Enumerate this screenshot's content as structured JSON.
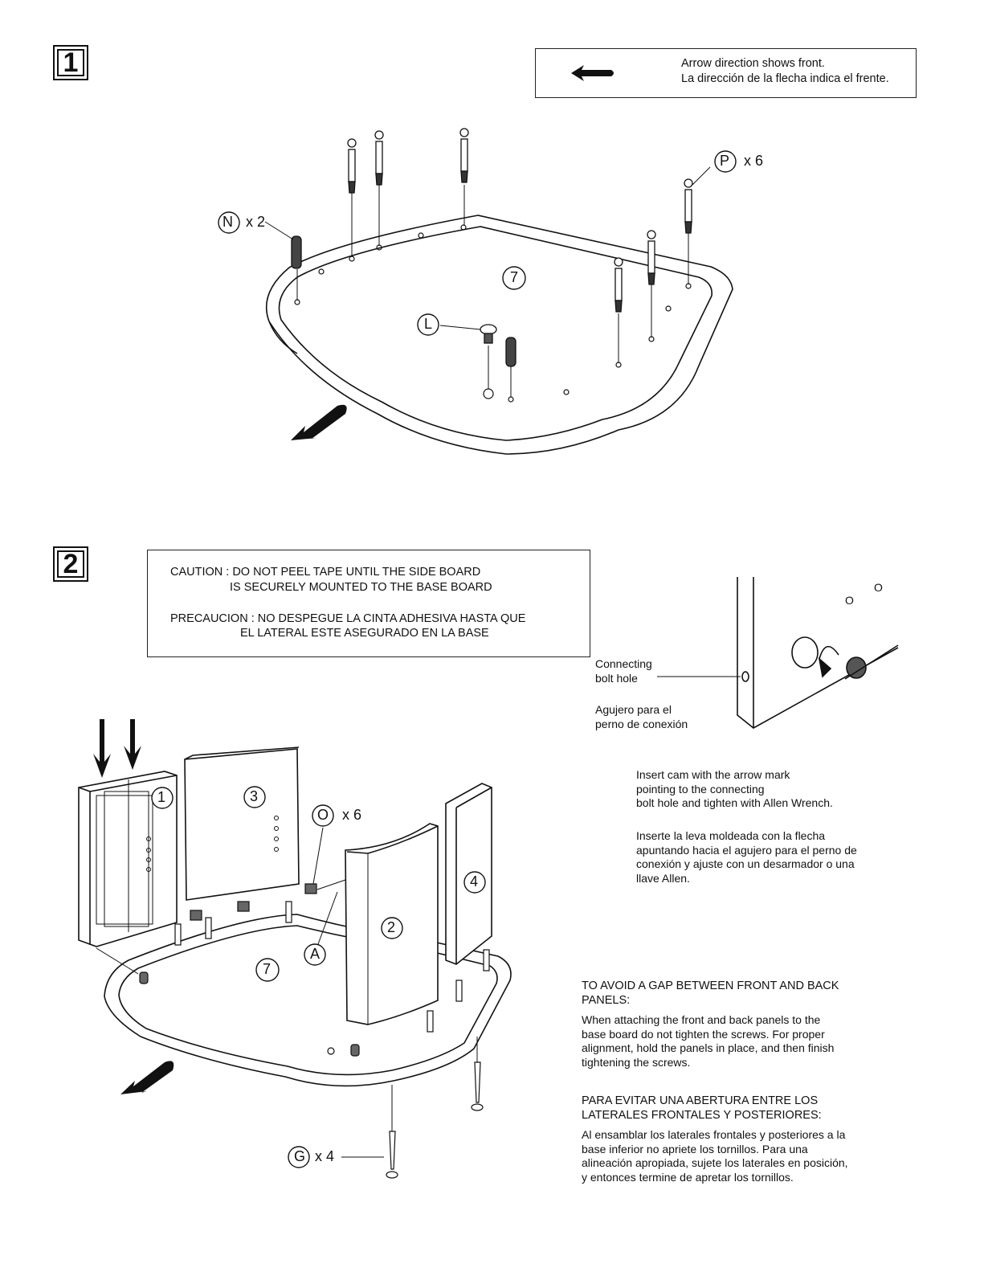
{
  "step1": {
    "number": "1",
    "note": {
      "line1": "Arrow direction shows front.",
      "line2": "La dirección de la flecha indica el frente."
    },
    "labels": {
      "part_n": "N",
      "qty_n": "x 2",
      "part_p": "P",
      "qty_p": "x 6",
      "part_l": "L",
      "board": "7"
    }
  },
  "step2": {
    "number": "2",
    "caution": {
      "line1": "CAUTION :  DO NOT PEEL TAPE UNTIL THE SIDE BOARD",
      "line2": "IS SECURELY MOUNTED TO THE BASE BOARD",
      "line3": "PRECAUCION : NO DESPEGUE LA CINTA ADHESIVA HASTA QUE",
      "line4": "EL LATERAL ESTE ASEGURADO EN LA BASE"
    },
    "detail": {
      "label_en_1": "Connecting",
      "label_en_2": "bolt hole",
      "label_es_1": "Agujero para el",
      "label_es_2": "perno de conexión"
    },
    "cam_instructions": {
      "en": "Insert cam with the arrow mark\npointing to the connecting\nbolt hole and tighten with Allen Wrench.",
      "es": "Inserte  la leva moldeada con la flecha\napuntando hacia el agujero para el perno de\nconexión y ajuste con un desarmador o una\nllave Allen."
    },
    "gap_note": {
      "title_en": "TO AVOID A GAP BETWEEN FRONT AND BACK\nPANELS:",
      "body_en": "When attaching the front and back panels to the\nbase board do not tighten the screws.  For proper\nalignment, hold the panels in place, and then finish\ntightening the screws.",
      "title_es": "PARA EVITAR UNA ABERTURA ENTRE LOS\nLATERALES FRONTALES Y POSTERIORES:",
      "body_es": "Al ensamblar los laterales frontales y posteriores a la\nbase inferior no apriete los tornillos.  Para una\nalineación apropiada, sujete los laterales en posición,\ny entonces termine de apretar los tornillos."
    },
    "labels": {
      "panel_1": "1",
      "panel_2": "2",
      "panel_3": "3",
      "panel_4": "4",
      "base": "7",
      "part_o": "O",
      "qty_o": "x 6",
      "part_a": "A",
      "part_g": "G",
      "qty_g": "x 4"
    }
  }
}
